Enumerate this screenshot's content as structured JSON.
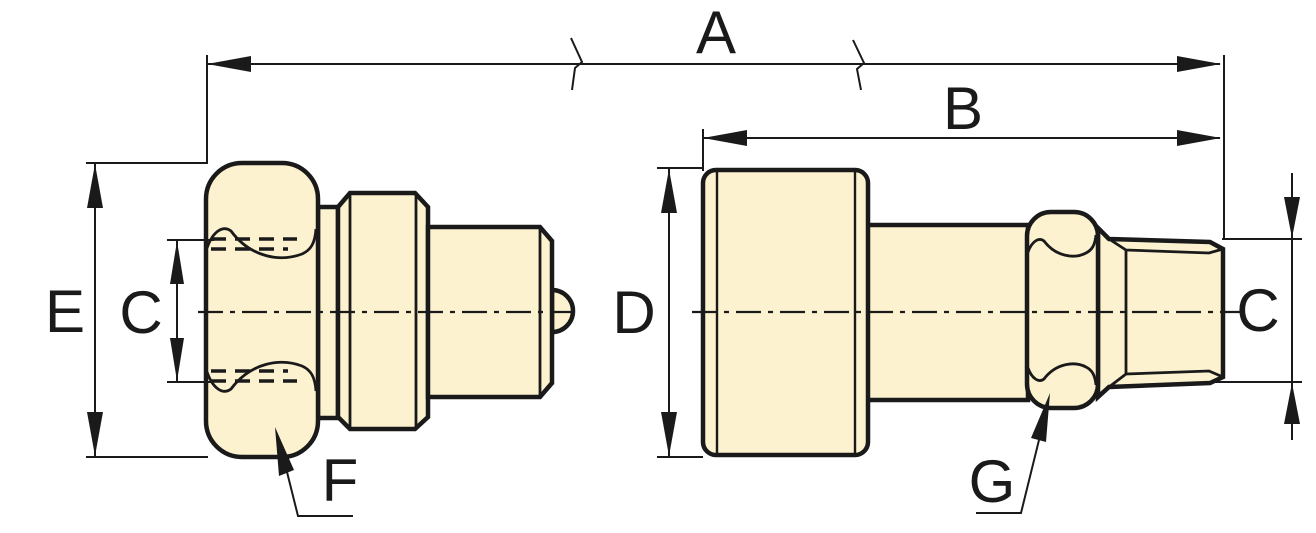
{
  "diagram": {
    "type": "technical-drawing",
    "description": "Dimensional side-view drawing of a two-piece quick-connect coupling: female swivel fitting (left) and male plug fitting (right)",
    "colors": {
      "part_fill": "#fcf2d0",
      "line": "#1a1a1a",
      "background": "#ffffff"
    },
    "labels": {
      "dim_overall_length": "A",
      "dim_right_body_length": "B",
      "dim_left_thread_bore": "C",
      "dim_right_thread_od": "C",
      "dim_right_body_od": "D",
      "dim_left_nut_od": "E",
      "callout_left_nut": "F",
      "callout_right_nut": "G"
    }
  }
}
